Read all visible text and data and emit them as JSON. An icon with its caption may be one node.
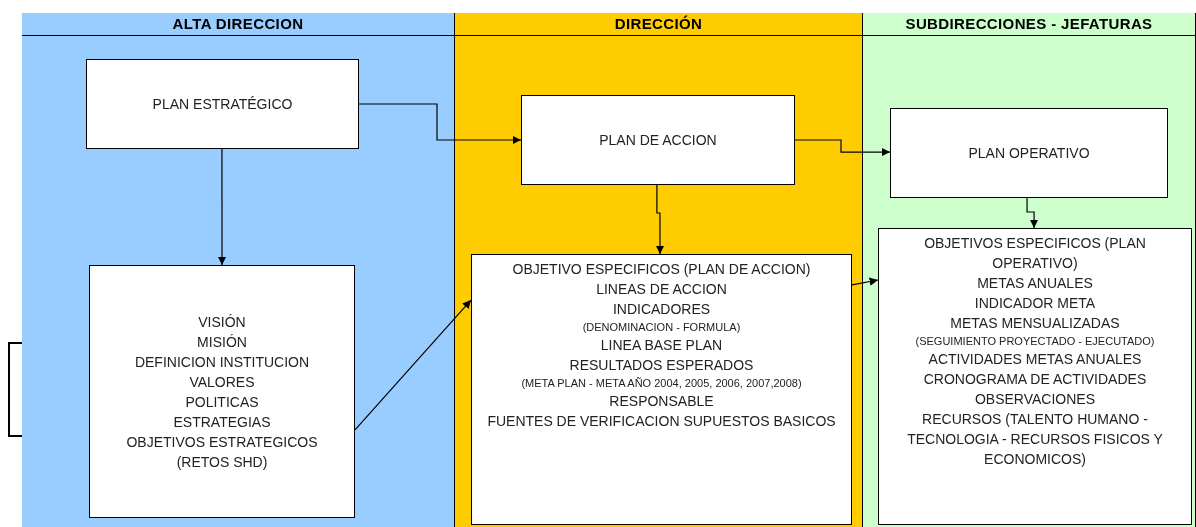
{
  "diagram": {
    "nodes": [
      {
        "text": [
          "ALTA DIRECCION"
        ]
      },
      {
        "text": [
          "PLAN ESTRATÉGICO"
        ],
        "in": 0
      },
      {
        "text": [
          "VISIÓN",
          "MISIÓN",
          "DEFINICION INSTITUCION",
          "VALORES",
          "POLITICAS",
          "ESTRATEGIAS",
          "OBJETIVOS ESTRATEGICOS",
          "(RETOS SHD)"
        ],
        "in": 0
      },
      {
        "text": [
          "DIRECCIÓN"
        ]
      },
      {
        "text": [
          "PLAN DE ACCION"
        ],
        "in": 3
      },
      {
        "text": [
          "OBJETIVO ESPECIFICOS (PLAN DE ACCION)",
          "LINEAS DE ACCION",
          "INDICADORES",
          "(DENOMINACION - FORMULA)",
          "LINEA BASE PLAN",
          "RESULTADOS ESPERADOS",
          "(META PLAN - META AÑO 2004, 2005, 2006, 2007,2008)",
          "RESPONSABLE",
          "FUENTES DE VERIFICACION SUPUESTOS BASICOS"
        ],
        "in": 3
      },
      {
        "text": [
          "SUBDIRECCIONES - JEFATURAS"
        ]
      },
      {
        "text": [],
        "shape": "bracket"
      },
      {
        "text": [
          "PLAN OPERATIVO"
        ],
        "in": 6
      },
      {
        "text": [
          "OBJETIVOS ESPECIFICOS (PLAN OPERATIVO)",
          "METAS ANUALES",
          "INDICADOR META",
          "METAS MENSUALIZADAS",
          "(SEGUIMIENTO PROYECTADO - EJECUTADO)",
          "ACTIVIDADES METAS ANUALES",
          "CRONOGRAMA DE ACTIVIDADES",
          "OBSERVACIONES",
          "RECURSOS (TALENTO HUMANO - TECNOLOGIA - RECURSOS FISICOS Y ECONOMICOS)"
        ],
        "in": 6
      }
    ],
    "edges": [
      {
        "from": 1,
        "to": 4,
        "arrow": "to"
      },
      {
        "from": 1,
        "to": 2,
        "arrow": "to"
      },
      {
        "from": 4,
        "to": 5,
        "arrow": "to"
      },
      {
        "from": 4,
        "to": 8,
        "arrow": "to"
      },
      {
        "from": 8,
        "to": 9,
        "arrow": "to"
      },
      {
        "from": 2,
        "to": 5,
        "arrow": "to"
      },
      {
        "from": 5,
        "to": 9,
        "arrow": "to"
      }
    ]
  }
}
